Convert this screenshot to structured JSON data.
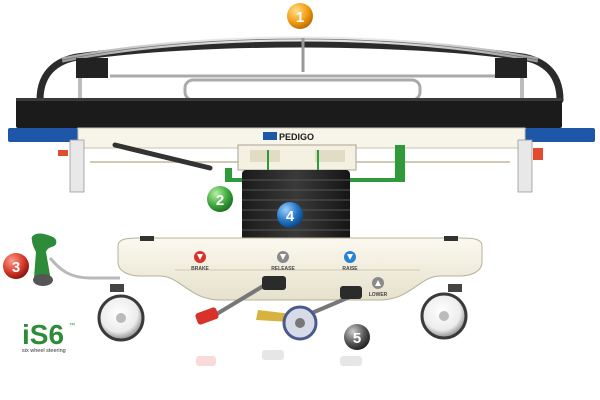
{
  "brand": {
    "name": "PEDIGO"
  },
  "callouts": [
    "1",
    "2",
    "3",
    "4",
    "5"
  ],
  "pedals": {
    "brake": "BRAKE",
    "release": "RELEASE",
    "raise": "RAISE",
    "lower": "LOWER"
  },
  "logo": {
    "main": "iS6",
    "tm": "™",
    "sub": "six wheel steering"
  },
  "colors": {
    "callout_orange": "#f39c12",
    "callout_green": "#3ea83e",
    "callout_red": "#d63a2a",
    "callout_blue": "#1f74c6",
    "callout_gray": "#555555",
    "mattress": "#1b1b1b",
    "frame_blue": "#1e56a8",
    "base_cream": "#f6f3e6",
    "logo_green": "#2e8b3a"
  }
}
